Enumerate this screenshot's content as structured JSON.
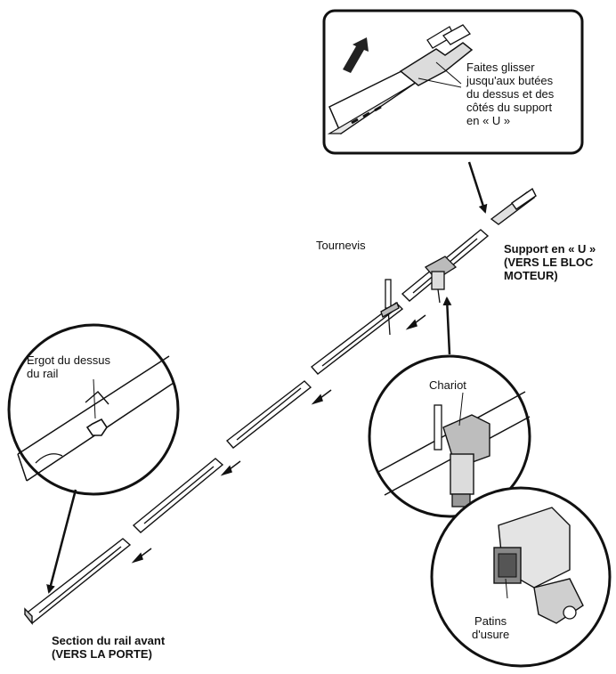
{
  "labels": {
    "inset_top_line1": "Faites glisser",
    "inset_top_line2": "jusqu'aux butées",
    "inset_top_line3": "du dessus et des",
    "inset_top_line4": "côtés du support",
    "inset_top_line5": "en « U »",
    "screwdriver": "Tournevis",
    "u_bracket_line1": "Support en « U »",
    "u_bracket_line2": "(VERS LE BLOC",
    "u_bracket_line3": "MOTEUR)",
    "rail_tab_line1": "Ergot du dessus",
    "rail_tab_line2": "du rail",
    "trolley": "Chariot",
    "wear_pads_line1": "Patins",
    "wear_pads_line2": "d'usure",
    "front_rail_line1": "Section du rail avant",
    "front_rail_line2": "(VERS LA PORTE)"
  },
  "colors": {
    "line": "#1a1a1a",
    "fill": "#ffffff",
    "shade": "#cfcfcf",
    "dark": "#555555"
  }
}
